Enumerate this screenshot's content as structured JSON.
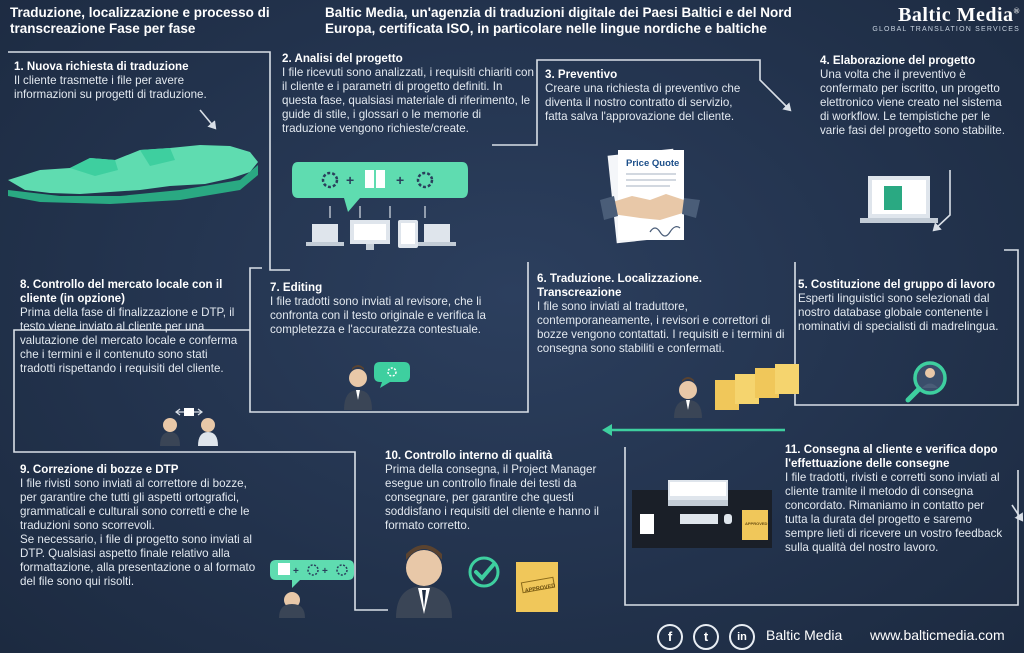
{
  "header": {
    "left_title": "Traduzione, localizzazione e processo di transcreazione Fase per fase",
    "main_title": "Baltic Media, un'agenzia di traduzioni digitale dei Paesi Baltici e del Nord Europa, certificata ISO, in particolare nelle lingue nordiche e baltiche",
    "logo_name": "Baltic Media",
    "logo_mark": "®",
    "logo_tagline": "GLOBAL TRANSLATION SERVICES"
  },
  "steps": {
    "s1": {
      "title": "1.   Nuova richiesta di traduzione",
      "text": "Il cliente trasmette i file per avere informazioni su progetti di traduzione."
    },
    "s2": {
      "title": "2.   Analisi del progetto",
      "text": "I file ricevuti sono analizzati, i requisiti chiariti con il cliente e i parametri di progetto definiti. In questa fase, qualsiasi materiale di riferimento, le guide di stile, i glossari o le memorie di traduzione vengono richieste/create."
    },
    "s3": {
      "title": "3.   Preventivo",
      "text": "Creare una richiesta di preventivo che diventa il nostro contratto di servizio, fatta salva l'approvazione del cliente."
    },
    "s4": {
      "title": "4.   Elaborazione del progetto",
      "text": "Una volta che il preventivo è confermato per iscritto, un progetto elettronico viene creato nel sistema di workflow. Le tempistiche per le varie fasi del progetto sono stabilite."
    },
    "s5": {
      "title": "5.   Costituzione del gruppo di lavoro",
      "text": "Esperti linguistici sono selezionati dal nostro database globale contenente i nominativi di specialisti di madrelingua."
    },
    "s6": {
      "title": "6.   Traduzione. Localizzazione. Transcreazione",
      "text": "I file sono inviati al traduttore, contemporaneamente, i revisori e correttori di bozze vengono contattati. I requisiti e i termini di consegna sono stabiliti e confermati."
    },
    "s7": {
      "title": "7.   Editing",
      "text": "I file tradotti sono inviati al revisore, che li confronta con il testo originale e verifica la completezza e l'accuratezza contestuale."
    },
    "s8": {
      "title": "8.   Controllo del mercato locale con il cliente (in opzione)",
      "text": "Prima della fase di finalizzazione e DTP, il testo viene inviato al cliente per una valutazione del mercato locale e conferma che i termini e il contenuto sono stati tradotti rispettando i requisiti del cliente."
    },
    "s9": {
      "title": "9.   Correzione di bozze e DTP",
      "text": "I file rivisti sono inviati al correttore di bozze, per garantire che tutti gli aspetti ortografici, grammaticali e culturali sono corretti e che le traduzioni sono scorrevoli.",
      "text2": "Se necessario, i file di progetto sono inviati al DTP. Qualsiasi aspetto finale relativo alla formattazione, alla presentazione o al formato del file sono qui risolti."
    },
    "s10": {
      "title": "10.   Controllo interno di qualità",
      "text": "Prima della consegna, il Project Manager esegue un controllo finale dei testi da consegnare, per garantire che questi soddisfano i requisiti del cliente e hanno il formato corretto."
    },
    "s11": {
      "title": "11.  Consegna al cliente e verifica dopo l'effettuazione delle consegne",
      "text": "I file tradotti, rivisti e corretti sono inviati al cliente tramite il metodo di consegna concordato. Rimaniamo in contatto per tutta la durata del progetto e saremo sempre lieti di ricevere un vostro feedback sulla qualità del nostro lavoro."
    }
  },
  "illustrations": {
    "price_quote_label": "Price Quote",
    "approved_stamp_1": "APPROVED",
    "approved_stamp_2": "APPROVED"
  },
  "footer": {
    "facebook_glyph": "f",
    "twitter_glyph": "t",
    "linkedin_glyph": "in",
    "brand": "Baltic Media",
    "url": "www.balticmedia.com"
  },
  "colors": {
    "background": "#24344f",
    "accent_green": "#3ecf9f",
    "flow_line": "#d9dfe7",
    "folder_yellow": "#f0c75a"
  }
}
